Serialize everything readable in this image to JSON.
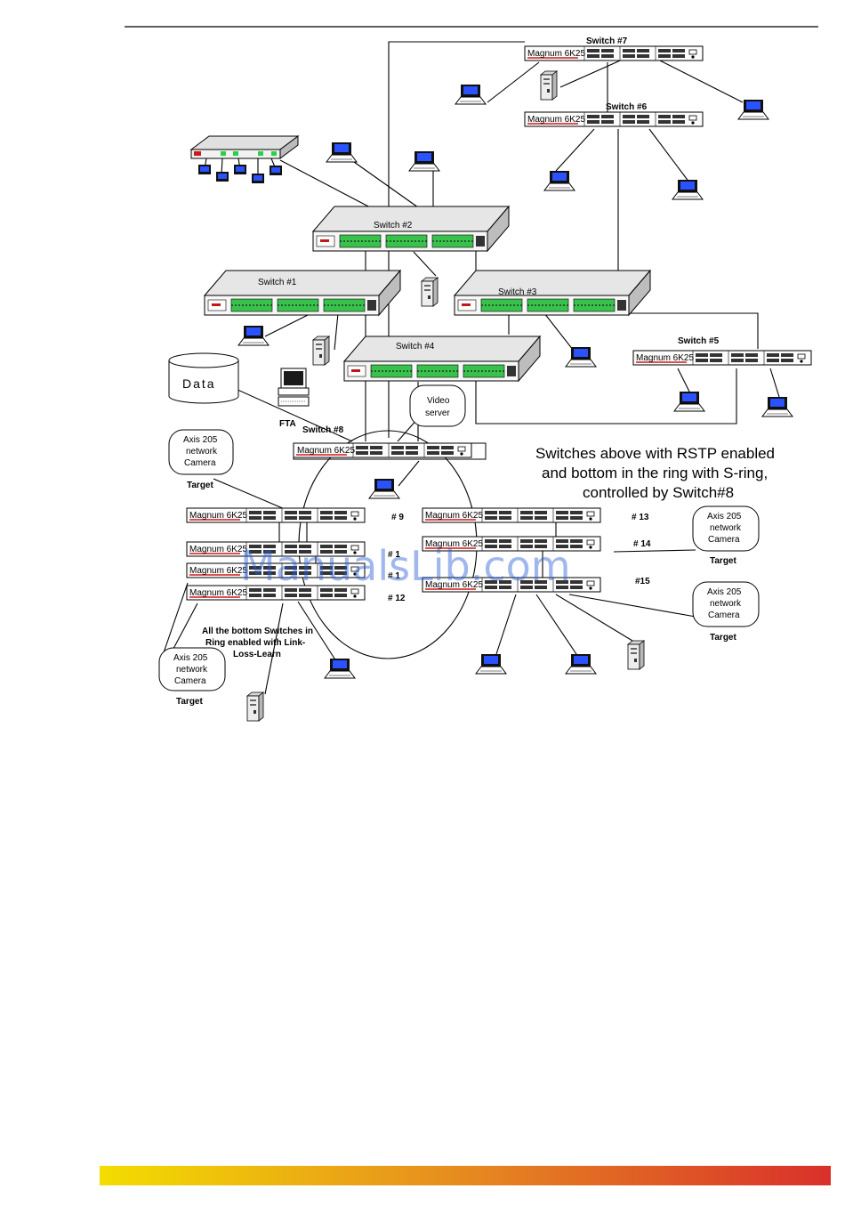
{
  "switch_labels": {
    "s7": "Switch #7",
    "s6": "Switch #6",
    "s2": "Switch #2",
    "s1": "Switch #1",
    "s3": "Switch #3",
    "s4": "Switch #4",
    "s5": "Switch #5",
    "s8": "Switch #8"
  },
  "model_label": "Magnum 6K25",
  "ring_numbers": {
    "n9": "# 9",
    "n10": "# 1",
    "n11": "# 1",
    "n12": "# 12",
    "n13": "# 13",
    "n14": "# 14",
    "n15": "#15"
  },
  "data_store_label": "Data",
  "fta_label": "FTA",
  "video_server": [
    "Video",
    "server"
  ],
  "camera": [
    "Axis 205",
    "network",
    "Camera"
  ],
  "target_label": "Target",
  "caption": [
    "Switches above with RSTP enabled",
    "and bottom in the ring with S-ring,",
    "controlled by Switch#8"
  ],
  "ring_note": [
    "All the bottom Switches in",
    "Ring  enabled with Link-",
    "Loss-Learn"
  ],
  "watermark": "ManualsLib.com",
  "colors": {
    "footer_start": "#f3dd00",
    "footer_end": "#d9302a",
    "watermark": "#2a5fd8"
  }
}
